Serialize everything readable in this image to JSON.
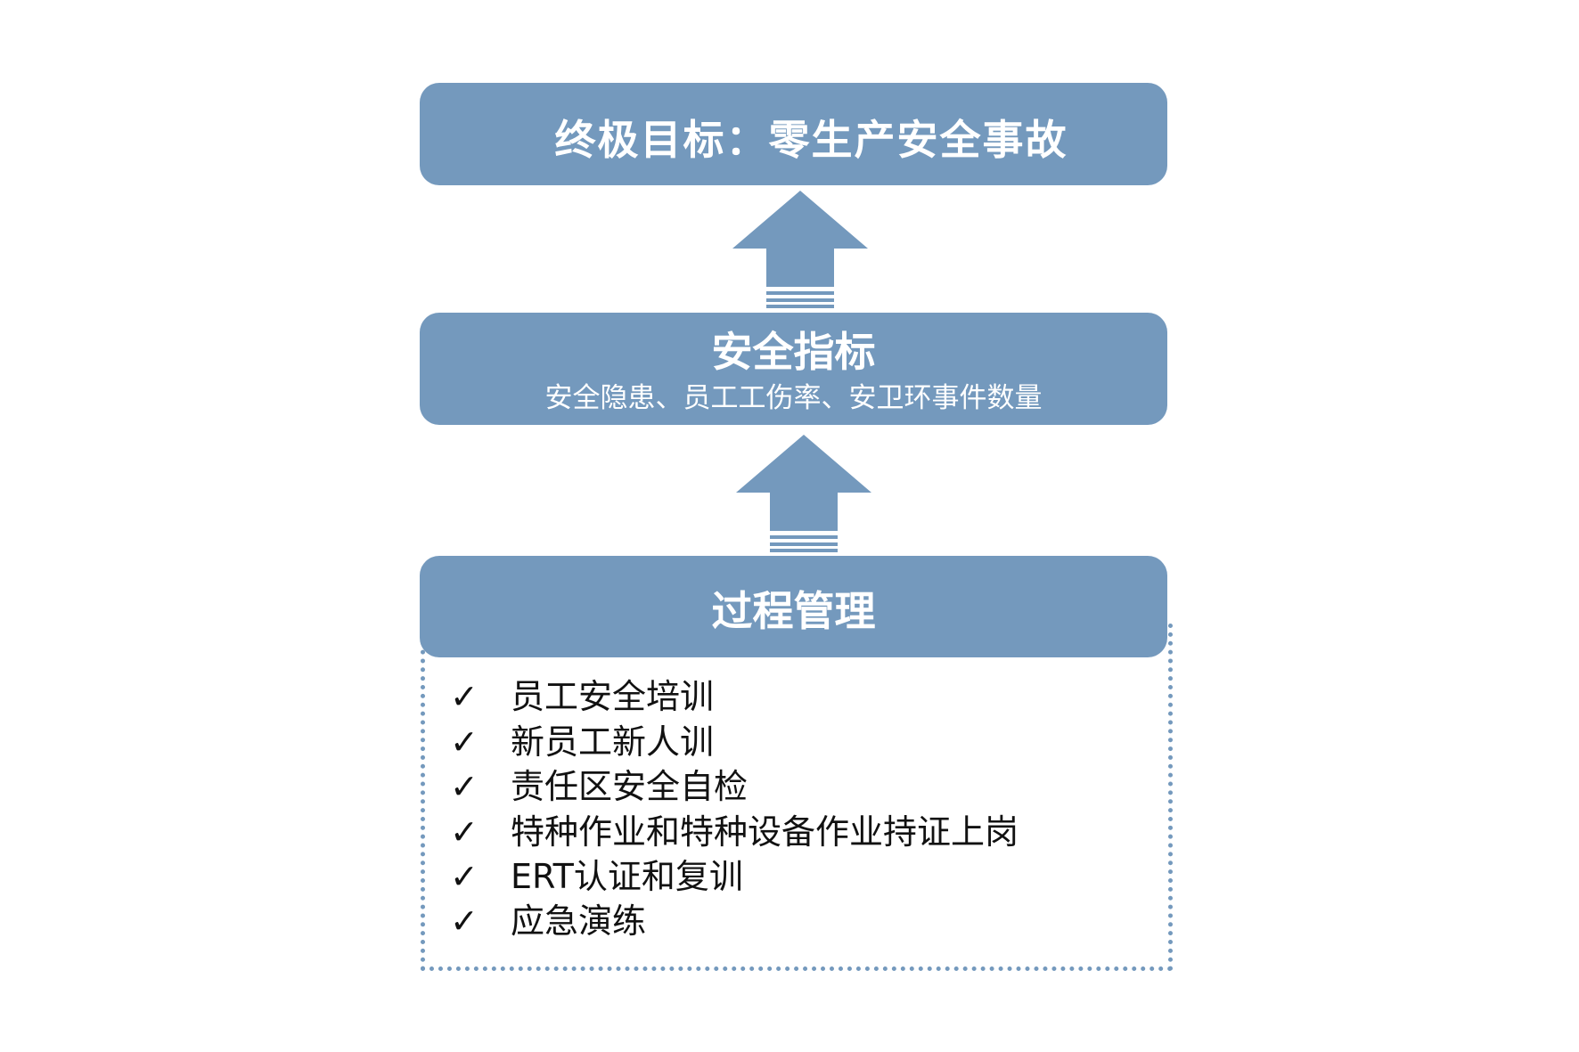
{
  "goal": {
    "title": "终极目标：零生产安全事故"
  },
  "indicators": {
    "title": "安全指标",
    "subtitle": "安全隐患、员工工伤率、安卫环事件数量"
  },
  "process": {
    "title": "过程管理",
    "check_icon": "✓",
    "items": [
      "员工安全培训",
      "新员工新人训",
      "责任区安全自检",
      "特种作业和特种设备作业持证上岗",
      "ERT认证和复训",
      "应急演练"
    ]
  },
  "colors": {
    "box": "#7499bd"
  }
}
